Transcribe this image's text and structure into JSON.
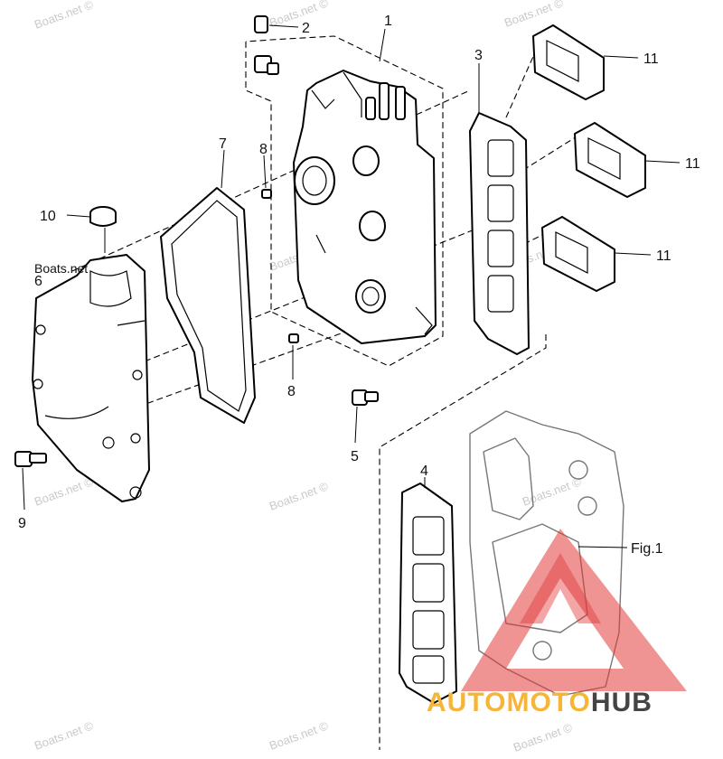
{
  "diagram": {
    "callouts": [
      {
        "id": "1",
        "text": "1"
      },
      {
        "id": "2",
        "text": "2"
      },
      {
        "id": "3",
        "text": "3"
      },
      {
        "id": "4",
        "text": "4"
      },
      {
        "id": "5",
        "text": "5"
      },
      {
        "id": "6",
        "text": "6"
      },
      {
        "id": "7",
        "text": "7"
      },
      {
        "id": "8a",
        "text": "8"
      },
      {
        "id": "8b",
        "text": "8"
      },
      {
        "id": "9",
        "text": "9"
      },
      {
        "id": "10",
        "text": "10"
      },
      {
        "id": "11a",
        "text": "11"
      },
      {
        "id": "11b",
        "text": "11"
      },
      {
        "id": "11c",
        "text": "11"
      },
      {
        "id": "fig1",
        "text": "Fig.1"
      }
    ],
    "watermark_text": "Boats.net ©",
    "inline_brand": "Boats.net"
  },
  "logo": {
    "part1": "AUTOMOTO",
    "part2": "HUB",
    "colors": {
      "triangle": "#e23a3a",
      "auto": "#f5b638",
      "hub": "#444444"
    }
  }
}
